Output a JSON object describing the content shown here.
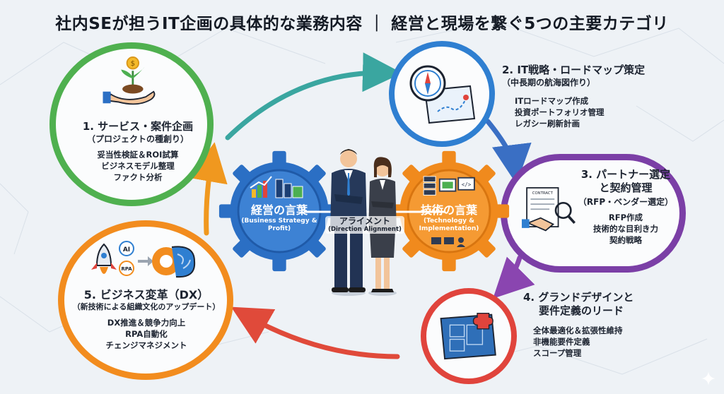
{
  "title": "社内SEが担うIT企画の具体的な業務内容 ｜ 経営と現場を繋ぐ5つの主要カテゴリ",
  "center": {
    "left_gear": {
      "title": "経営の言葉",
      "subtitle": "(Business Strategy & Profit)"
    },
    "right_gear": {
      "title": "技術の言葉",
      "subtitle": "(Technology & Implementation)"
    },
    "alignment": {
      "label": "アライメント",
      "sub": "(Direction Alignment)"
    }
  },
  "categories": [
    {
      "title": "1. サービス・案件企画",
      "subtitle": "（プロジェクトの種創り）",
      "items": [
        "妥当性検証＆ROI試算",
        "ビジネスモデル整理",
        "ファクト分析"
      ]
    },
    {
      "title": "2. IT戦略・ロードマップ策定",
      "subtitle": "（中長期の航海図作り）",
      "items": [
        "ITロードマップ作成",
        "投資ポートフォリオ管理",
        "レガシー刷新計画"
      ]
    },
    {
      "title_line1": "3. パートナー選定",
      "title_line2": "と契約管理",
      "subtitle": "（RFP・ベンダー選定）",
      "items": [
        "RFP作成",
        "技術的な目利き力",
        "契約戦略"
      ]
    },
    {
      "title_line1": "4. グランドデザインと",
      "title_line2": "要件定義のリード",
      "items": [
        "全体最適化＆拡張性維持",
        "非機能要件定義",
        "スコープ管理"
      ]
    },
    {
      "title": "5. ビジネス変革（DX）",
      "subtitle": "（新技術による組織文化のアップデート）",
      "items": [
        "DX推進＆競争力向上",
        "RPA自動化",
        "チェンジマネジメント"
      ]
    }
  ],
  "icon_labels": {
    "ai": "AI",
    "rpa": "RPA",
    "contract": "CONTRACT"
  },
  "colors": {
    "green": "#4caf50",
    "blue": "#2f7fd1",
    "purple": "#7b3fa6",
    "red": "#e0443c",
    "orange": "#f28c1e",
    "gear_blue": "#2b6fc4",
    "gear_orange": "#f08a1d"
  }
}
